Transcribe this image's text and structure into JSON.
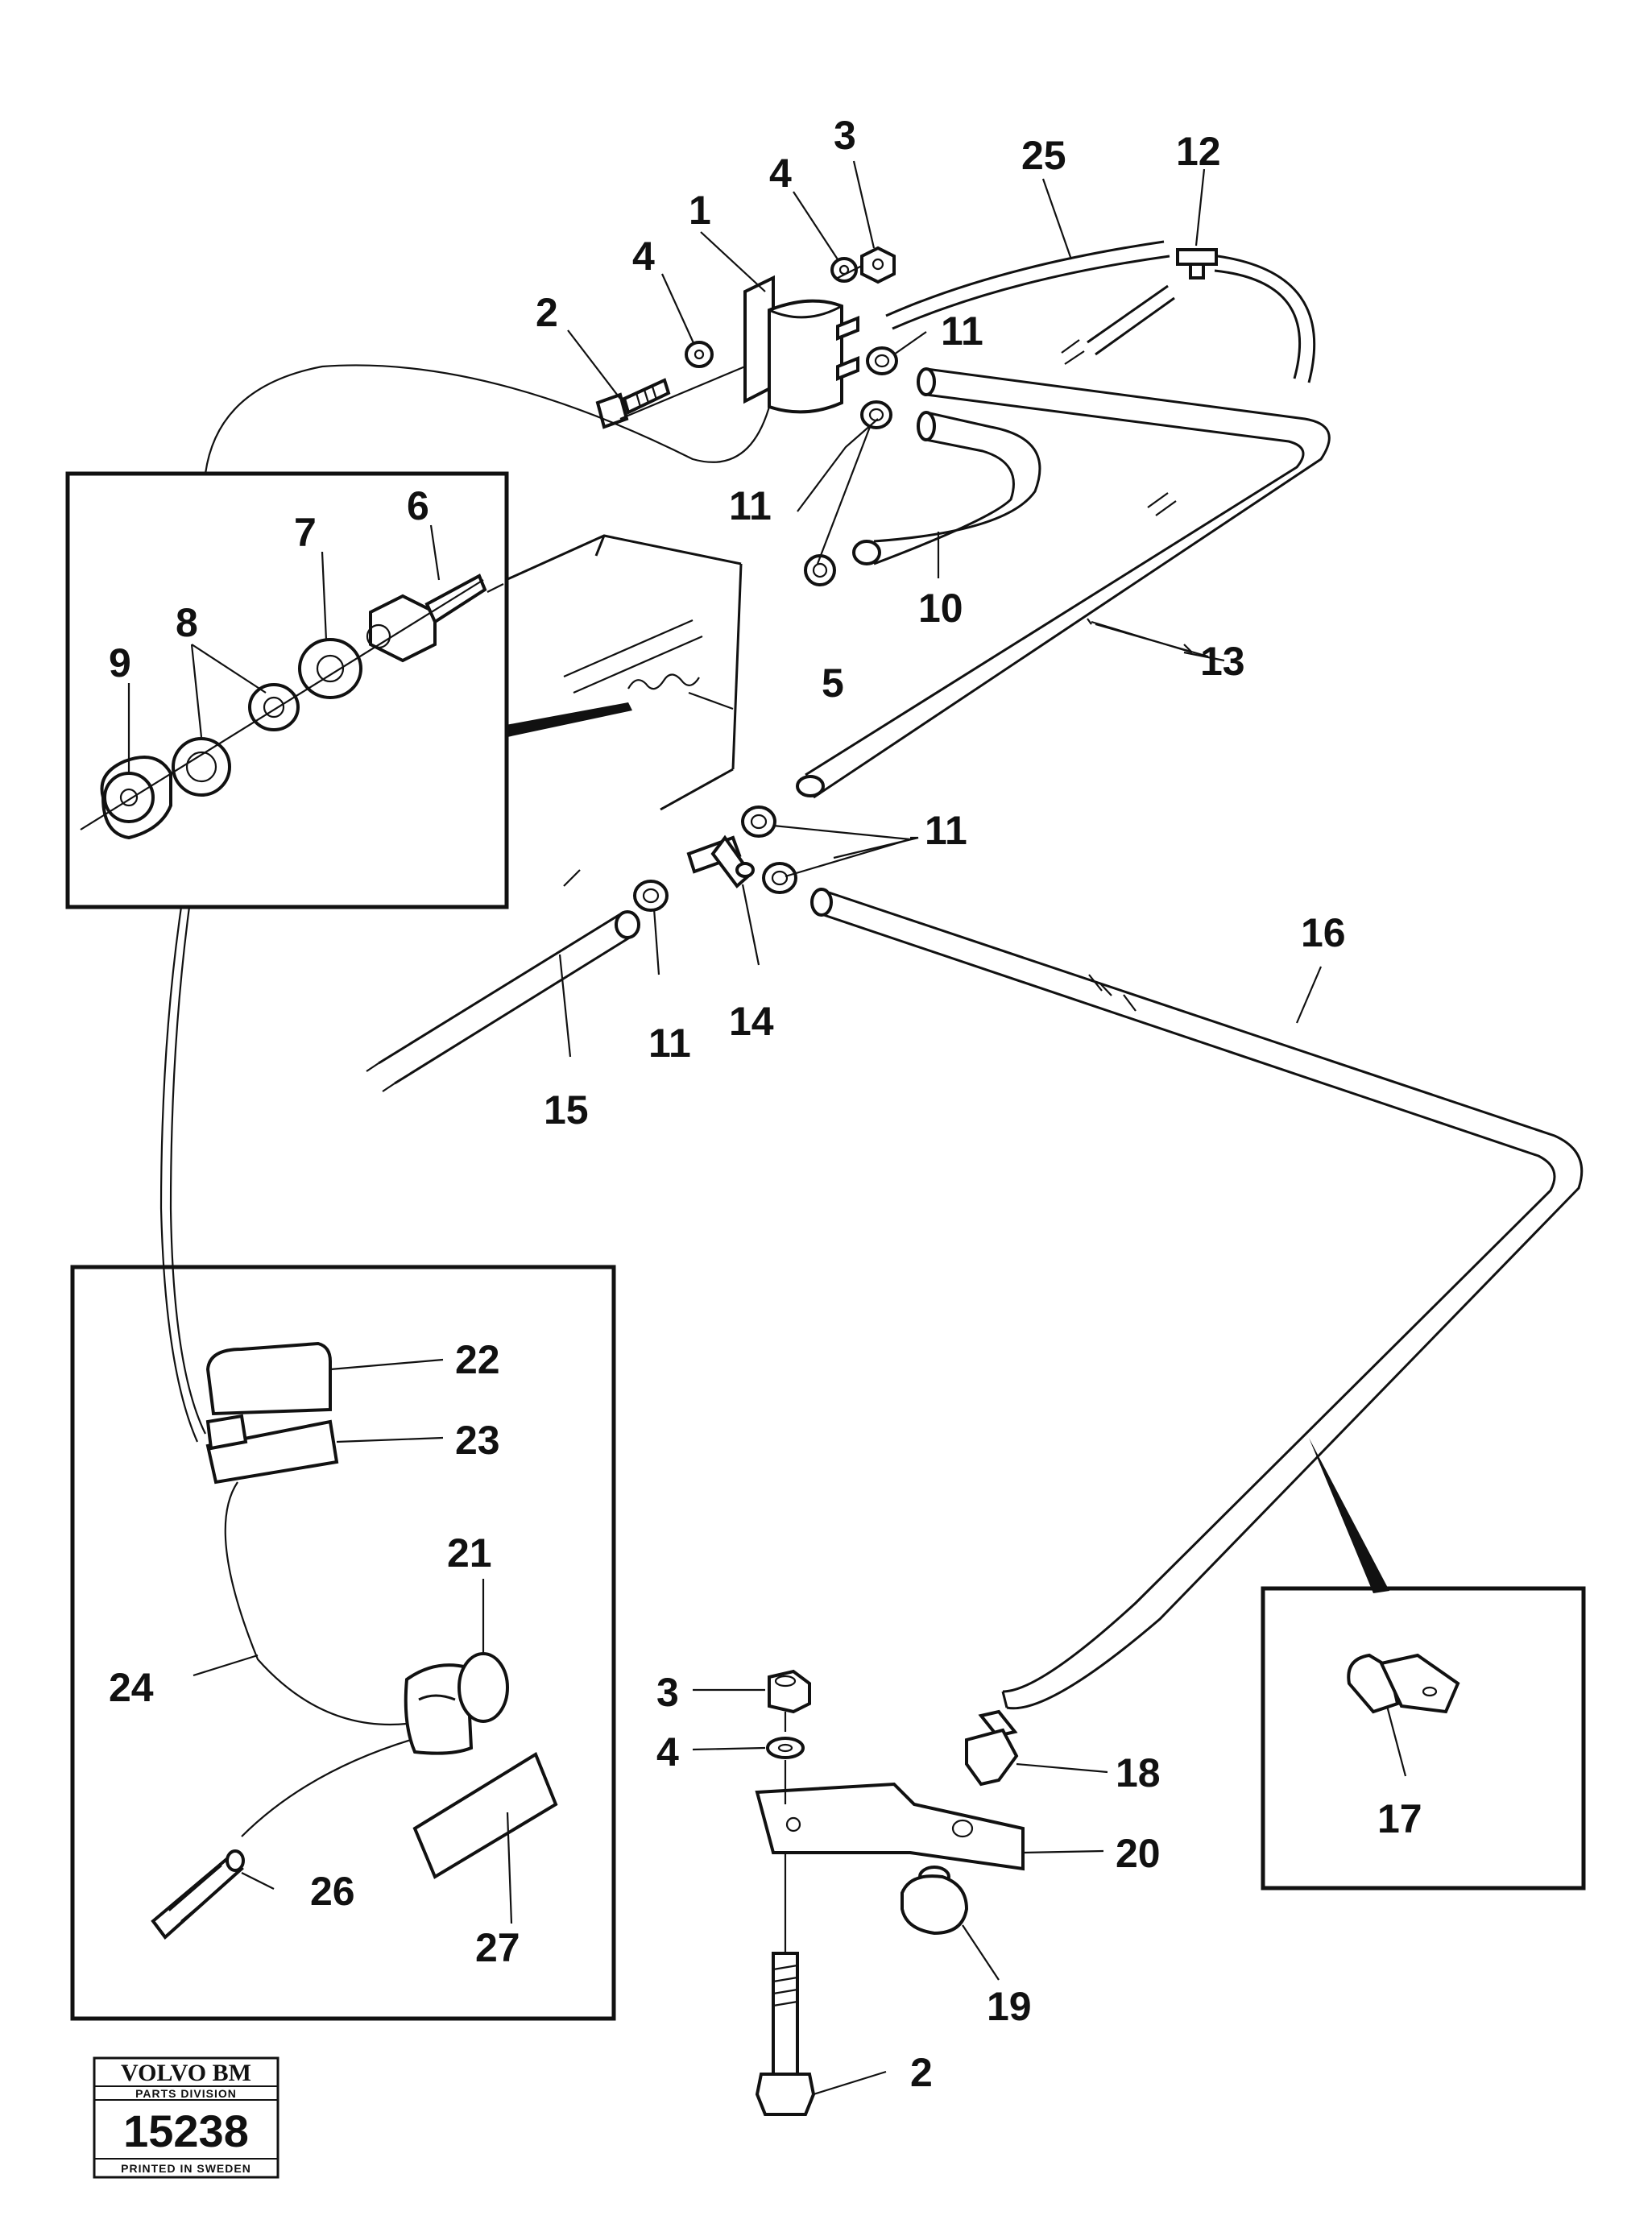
{
  "colors": {
    "ink": "#111111",
    "paper": "#ffffff"
  },
  "stamp": {
    "brand": "VOLVO BM",
    "division": "PARTS DIVISION",
    "number": "15238",
    "printed": "PRINTED IN SWEDEN"
  },
  "callouts": [
    {
      "id": "c1",
      "text": "1"
    },
    {
      "id": "c2a",
      "text": "2"
    },
    {
      "id": "c3a",
      "text": "3"
    },
    {
      "id": "c4a",
      "text": "4"
    },
    {
      "id": "c4b",
      "text": "4"
    },
    {
      "id": "c25",
      "text": "25"
    },
    {
      "id": "c12",
      "text": "12"
    },
    {
      "id": "c11a",
      "text": "11"
    },
    {
      "id": "c11b",
      "text": "11"
    },
    {
      "id": "c6",
      "text": "6"
    },
    {
      "id": "c7",
      "text": "7"
    },
    {
      "id": "c8",
      "text": "8"
    },
    {
      "id": "c9",
      "text": "9"
    },
    {
      "id": "c10",
      "text": "10"
    },
    {
      "id": "c13",
      "text": "13"
    },
    {
      "id": "c5",
      "text": "5"
    },
    {
      "id": "c11c",
      "text": "11"
    },
    {
      "id": "c11d",
      "text": "11"
    },
    {
      "id": "c14",
      "text": "14"
    },
    {
      "id": "c15",
      "text": "15"
    },
    {
      "id": "c16",
      "text": "16"
    },
    {
      "id": "c22",
      "text": "22"
    },
    {
      "id": "c23",
      "text": "23"
    },
    {
      "id": "c21",
      "text": "21"
    },
    {
      "id": "c24",
      "text": "24"
    },
    {
      "id": "c26",
      "text": "26"
    },
    {
      "id": "c27",
      "text": "27"
    },
    {
      "id": "c3b",
      "text": "3"
    },
    {
      "id": "c4c",
      "text": "4"
    },
    {
      "id": "c18",
      "text": "18"
    },
    {
      "id": "c20",
      "text": "20"
    },
    {
      "id": "c19",
      "text": "19"
    },
    {
      "id": "c2b",
      "text": "2"
    },
    {
      "id": "c17",
      "text": "17"
    }
  ]
}
